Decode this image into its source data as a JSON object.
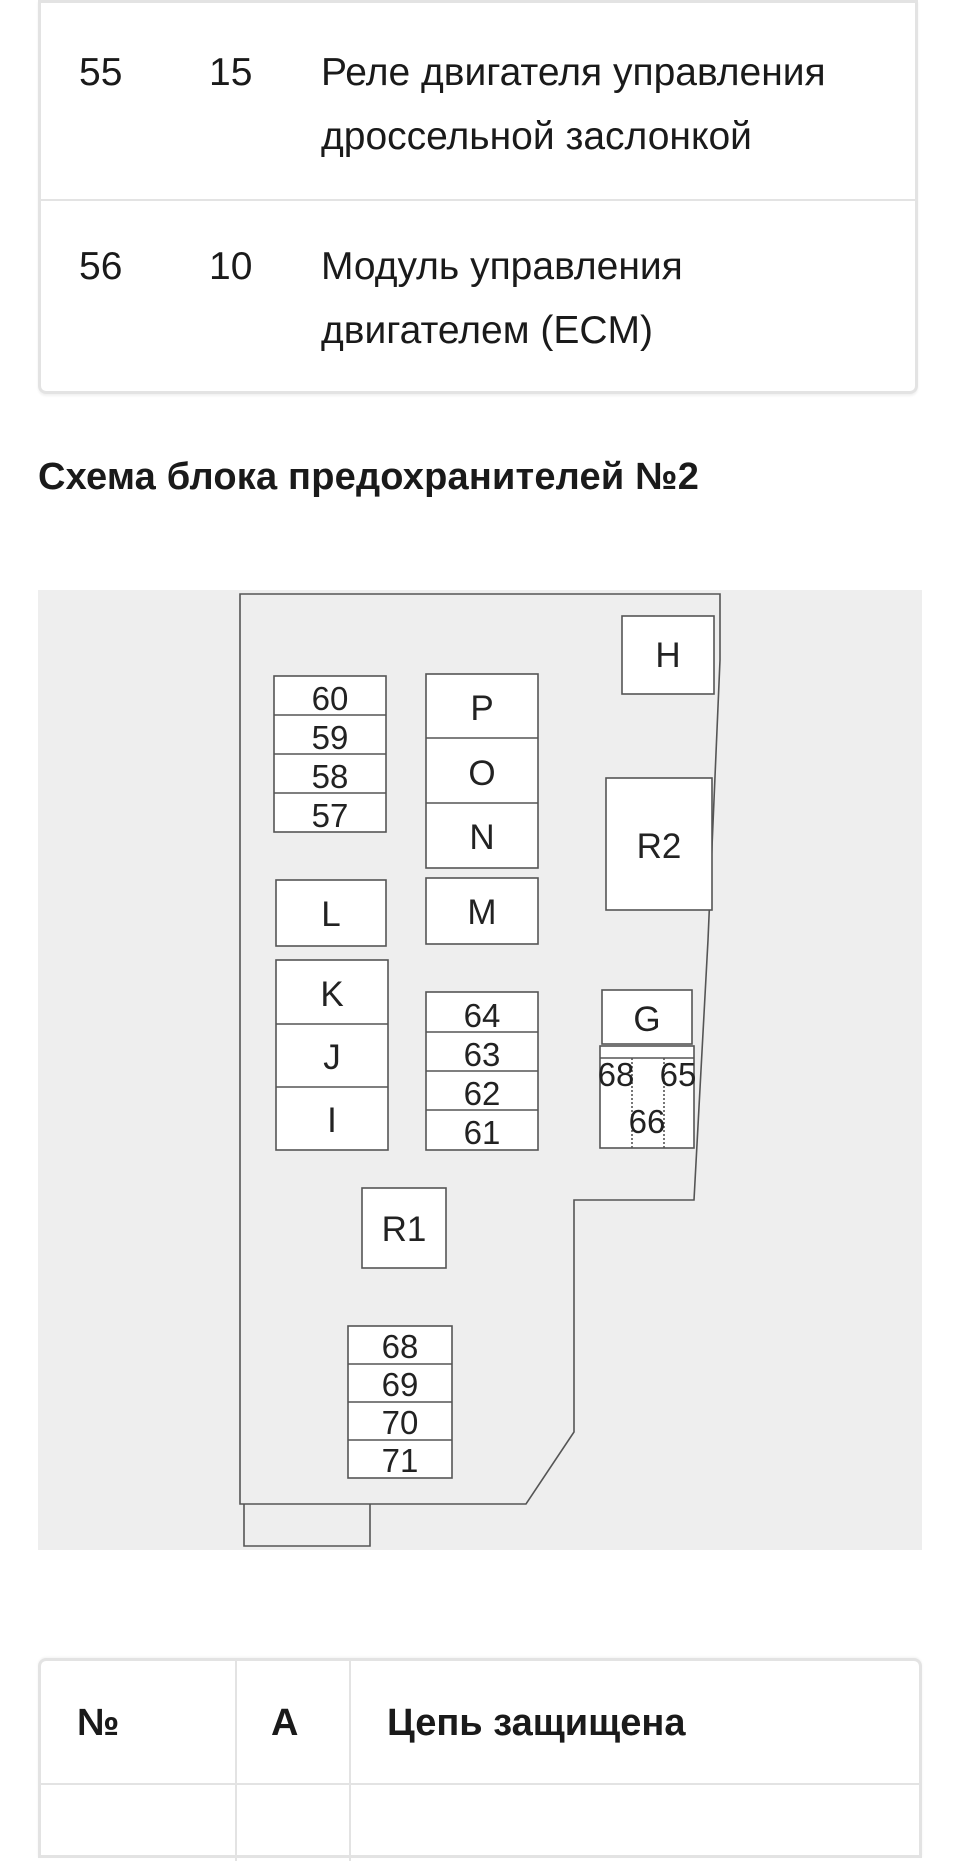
{
  "top_table": {
    "rows": [
      {
        "number": "55",
        "amperage": "15",
        "circuit_line1": "Реле двигателя управления",
        "circuit_line2": "дроссельной заслонкой"
      },
      {
        "number": "56",
        "amperage": "10",
        "circuit_line1": "Модуль управления",
        "circuit_line2": "двигателем (ECM)"
      }
    ]
  },
  "section_title": "Схема блока предохранителей №2",
  "diagram": {
    "fuse_stack_left": [
      "60",
      "59",
      "58",
      "57"
    ],
    "relay_column_center": [
      "P",
      "O",
      "N"
    ],
    "box_L": "L",
    "box_M": "M",
    "relay_column_left": [
      "K",
      "J",
      "I"
    ],
    "fuse_stack_center": [
      "64",
      "63",
      "62",
      "61"
    ],
    "box_H": "H",
    "box_R2": "R2",
    "box_G": "G",
    "fuse_68_right": "68",
    "fuse_65": "65",
    "fuse_66": "66",
    "box_R1": "R1",
    "fuse_stack_bottom": [
      "68",
      "69",
      "70",
      "71"
    ]
  },
  "bottom_table": {
    "headers": [
      "№",
      "A",
      "Цепь защищена"
    ]
  }
}
